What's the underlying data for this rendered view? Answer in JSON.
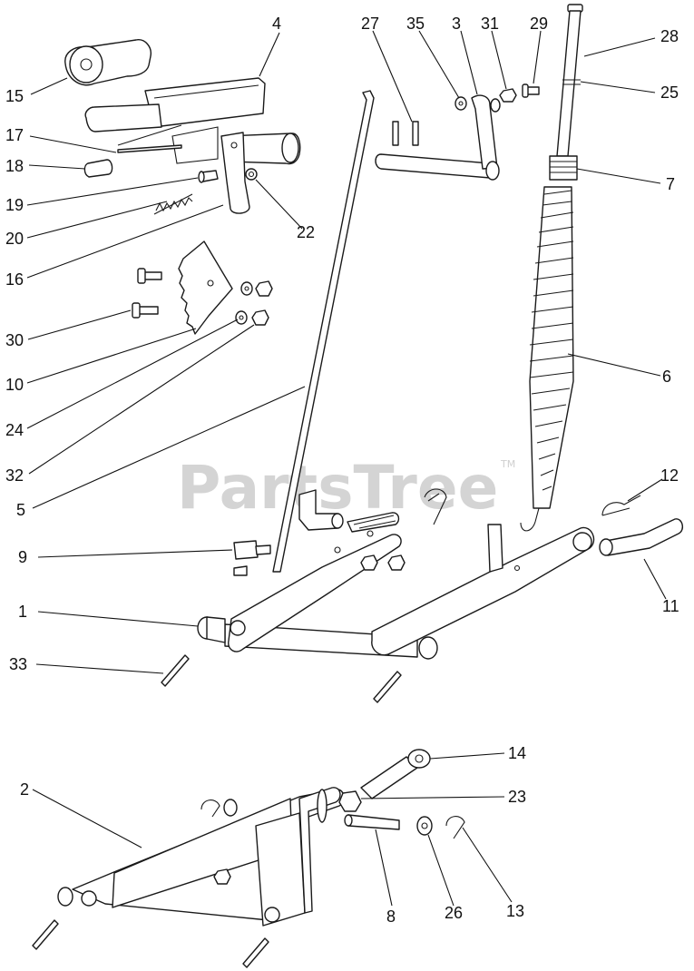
{
  "watermark": {
    "text": "PartsTree",
    "trademark": "TM"
  },
  "callouts": [
    "1",
    "2",
    "3",
    "4",
    "5",
    "6",
    "7",
    "8",
    "9",
    "10",
    "11",
    "12",
    "13",
    "14",
    "15",
    "16",
    "17",
    "18",
    "19",
    "20",
    "22",
    "23",
    "24",
    "25",
    "26",
    "27",
    "28",
    "29",
    "30",
    "31",
    "32",
    "33",
    "35"
  ],
  "colors": {
    "line": "#1a1a1a",
    "watermark": "#d4d4d4",
    "background": "#ffffff"
  }
}
